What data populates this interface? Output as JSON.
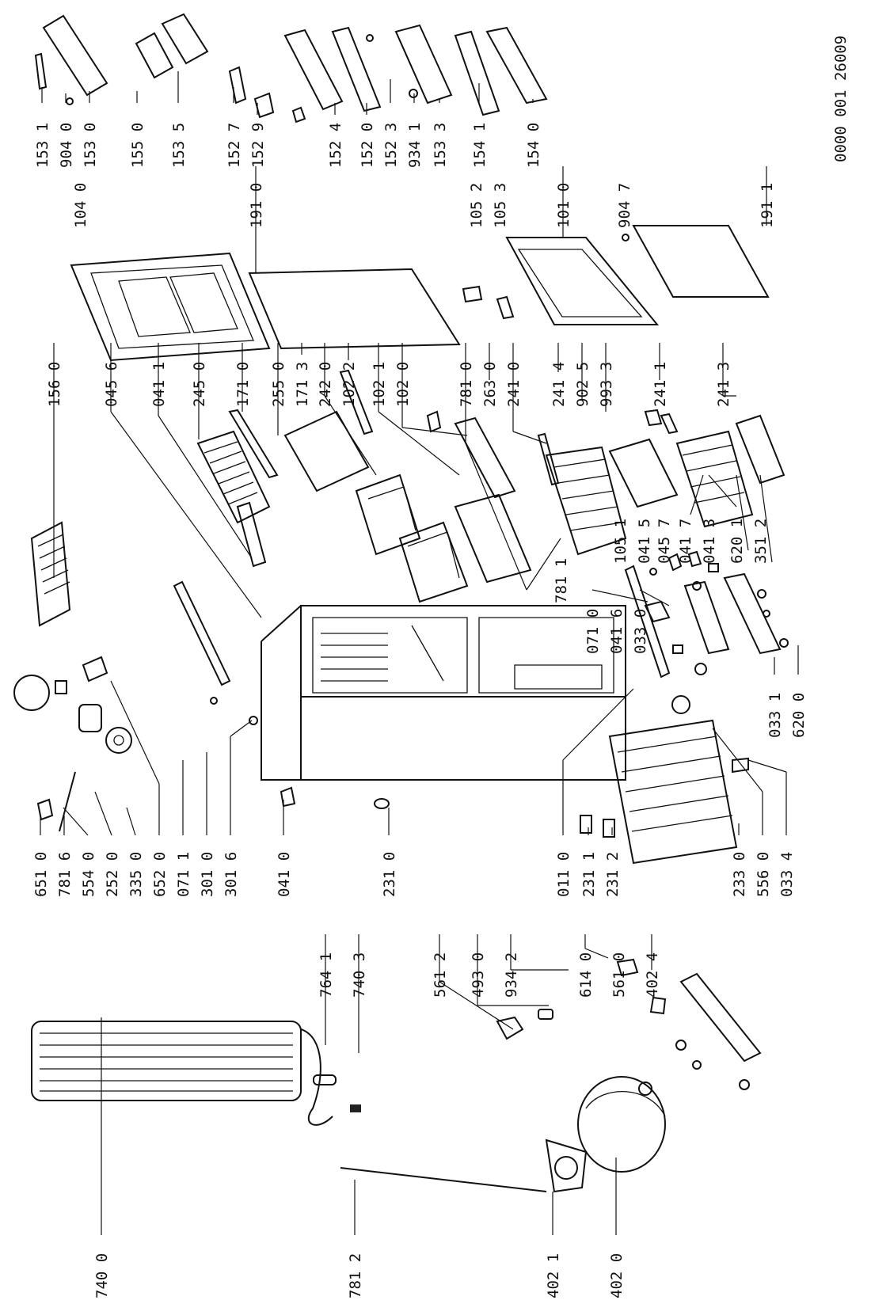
{
  "diagram": {
    "document_id": "0000 001 26009",
    "labels": {
      "p7400": "740 0",
      "p7812": "781 2",
      "p4021": "402 1",
      "p4020": "402 0",
      "p7641": "764 1",
      "p7403": "740 3",
      "p5612": "561 2",
      "p4930": "493 0",
      "p9342": "934 2",
      "p6140": "614 0",
      "p5610": "561 0",
      "p4024": "402 4",
      "p6510": "651 0",
      "p7816": "781 6",
      "p5540": "554 0",
      "p2520": "252 0",
      "p3350": "335 0",
      "p6520": "652 0",
      "p0711": "071 1",
      "p3010": "301 0",
      "p3016": "301 6",
      "p0410": "041 0",
      "p2310": "231 0",
      "p0110": "011 0",
      "p2311": "231 1",
      "p2312": "231 2",
      "p2330": "233 0",
      "p5560": "556 0",
      "p0334": "033 4",
      "p0331": "033 1",
      "p6200": "620 0",
      "p1560": "156 0",
      "p0456": "045 6",
      "p0411": "041 1",
      "p2450": "245 0",
      "p1710": "171 0",
      "p2550": "255 0",
      "p1713": "171 3",
      "p2420": "242 0",
      "p1022": "102 2",
      "p1021": "102 1",
      "p1020": "102 0",
      "p7810": "781 0",
      "p2630": "263 0",
      "p2410": "241 0",
      "p2414": "241 4",
      "p9025": "902 5",
      "p9933": "993 3",
      "p2411": "241 1",
      "p2413": "241 3",
      "p7811": "781 1",
      "p0710": "071 0",
      "p0416": "041 6",
      "p0330": "033 0",
      "p1051": "105 1",
      "p0415": "041 5",
      "p0457": "045 7",
      "p0417": "041 7",
      "p0413": "041 3",
      "p6201": "620 1",
      "p3512": "351 2",
      "p1531": "153 1",
      "p9040": "904 0",
      "p1530": "153 0",
      "p1550": "155 0",
      "p1535": "153 5",
      "p1527": "152 7",
      "p1529": "152 9",
      "p1524": "152 4",
      "p1520": "152 0",
      "p1523": "152 3",
      "p9341": "934 1",
      "p1533": "153 3",
      "p1541": "154 1",
      "p1540": "154 0",
      "p1040": "104 0",
      "p1910": "191 0",
      "p1052": "105 2",
      "p1053": "105 3",
      "p1010": "101 0",
      "p9047": "904 7",
      "p1911": "191 1"
    }
  }
}
